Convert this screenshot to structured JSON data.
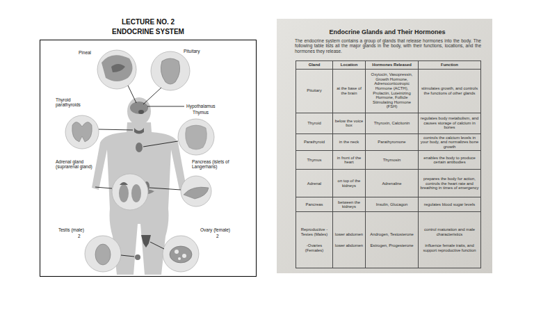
{
  "diagram": {
    "title": "LECTURE NO. 2 ENDOCRINE SYSTEM",
    "labels": [
      "Pineal",
      "Pituitary",
      "Hypothalamus",
      "Thyroid parathyroids",
      "Thymus",
      "Adrenal gland (suprarenal gland)",
      "Pancreas (islets of Langerhans)",
      "Testis (male)",
      "2",
      "Ovary (female)",
      "2",
      "Endocrine Glands and Their Hormones",
      "The endocrine system contains a group of glands that release hormones into the body. The following table lists all the major glands in the body, with their functions, locations, and the hormones they release.",
      "Gland",
      "Location",
      "Hormones Released",
      "Function",
      "Pituitary",
      "at the base of the brain",
      "Oxytocin, Vasopressin, Growth Hormone, Adrenocorticotropic Hormone (ACTH), Prolactin, Luteinizing Hormone, Follicle Stimulating Hormone (FSH)",
      "stimulates growth, and controls the functions of other glands",
      "Thyroid",
      "below the voice box",
      "Thyroxin, Calcitonin",
      "regulates body metabolism, and causes storage of calcium in bones",
      "Parathyroid",
      "in the neck",
      "Parathyromone",
      "controls the calcium levels in your body, and normalizes bone growth",
      "Thymus",
      "in front of the heart",
      "Thymosin",
      "enables the body to produce certain antibodies",
      "Adrenal",
      "on top of the kidneys",
      "Adrenaline",
      "prepares the body for action, controls the heart rate and breathing in times of emergency",
      "Pancreas",
      "between the kidneys",
      "Insulin, Glucagon",
      "regulates blood sugar levels",
      "Reproductive -Testes (Males)",
      "lower abdomen",
      "Androgen, Testosterone",
      "control maturation and male characteristics",
      "-Ovaries (Females)",
      "lower abdomen",
      "Estrogen, Progesterone",
      "influence female traits, and support reproductive function"
    ]
  }
}
